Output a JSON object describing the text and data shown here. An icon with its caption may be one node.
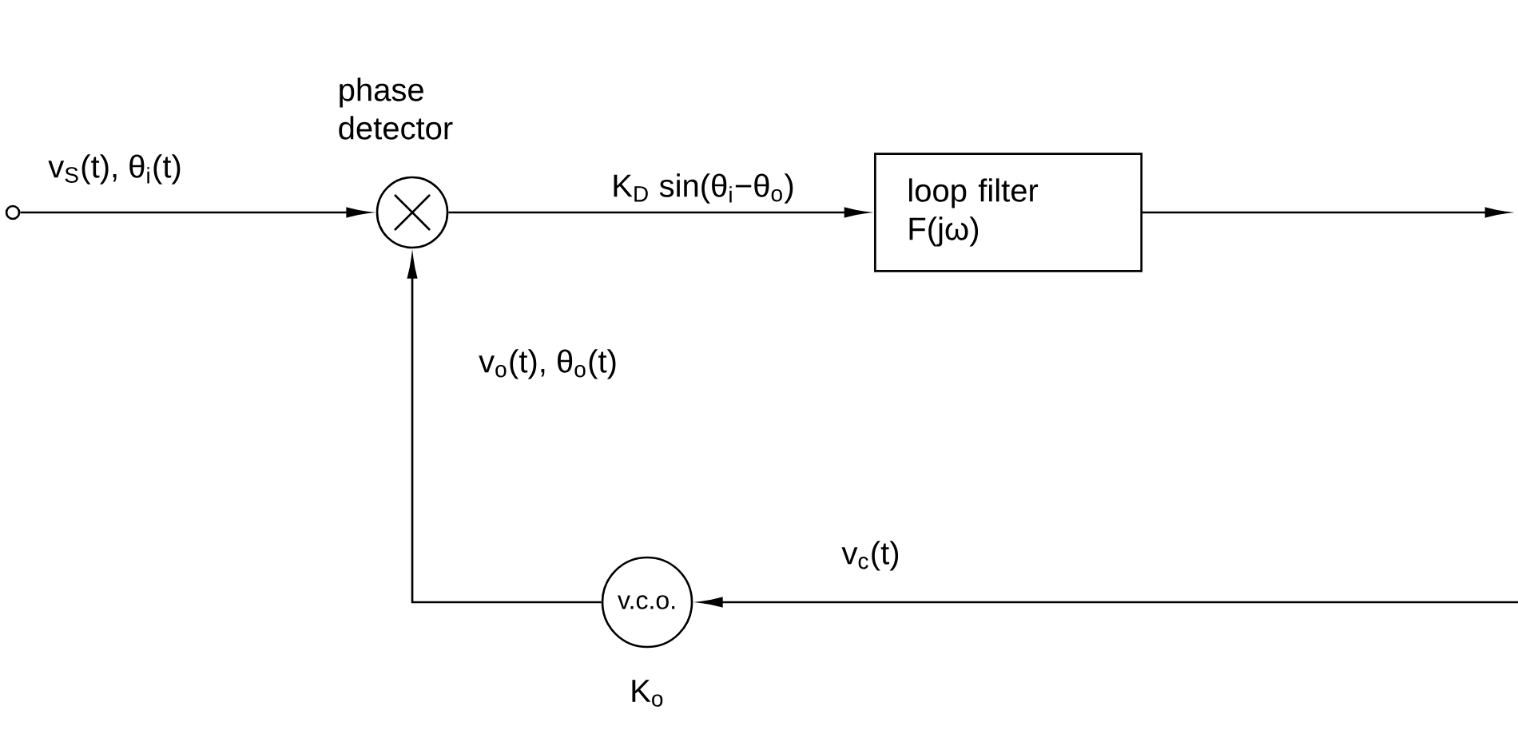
{
  "diagram": {
    "nodes": [
      {
        "text": [],
        "shape": "circle"
      },
      {
        "text": [],
        "shape": "circle",
        "beside": [
          "phase detector"
        ]
      },
      {
        "text": [
          "loop filter F(jω)"
        ]
      },
      {
        "text": [
          "v.c.o."
        ],
        "beside": [
          "K$_{o}$"
        ]
      }
    ],
    "edges": [
      {
        "from": 0,
        "to": 1,
        "arrow": "to",
        "label": "v$_{S}$(t), θ$_{i}$(t)"
      },
      {
        "from": 1,
        "to": 2,
        "arrow": "to",
        "label": "K$_{D}$ sin(θ$_{i}$−θ$_{o}$)"
      },
      {
        "from": 2,
        "to": null,
        "arrow": "to"
      },
      {
        "from": null,
        "to": 3,
        "arrow": "to",
        "label": "v$_{c}$(t)"
      },
      {
        "from": 3,
        "to": 1,
        "arrow": "to",
        "label": "v$_{o}$(t), θ$_{o}$(t)"
      }
    ]
  }
}
